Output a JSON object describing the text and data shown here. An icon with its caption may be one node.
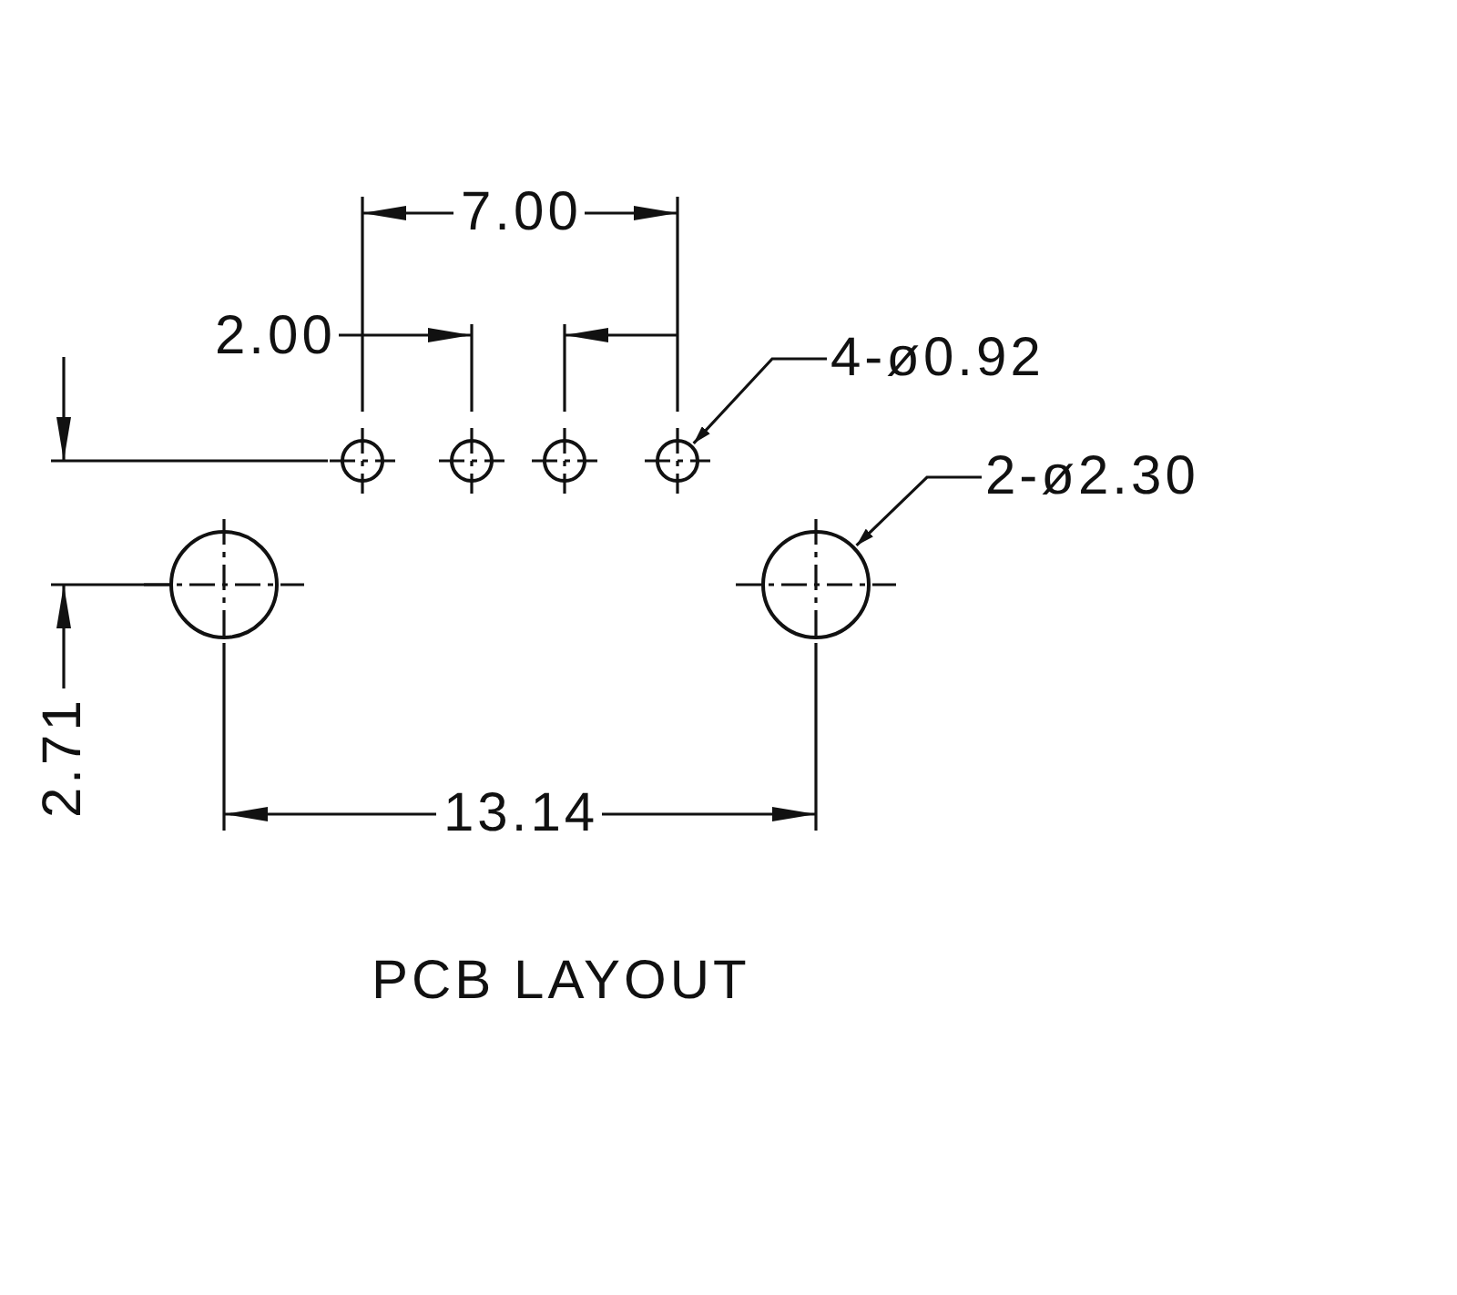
{
  "diagram": {
    "caption": "PCB LAYOUT",
    "nodes": [
      {
        "text": [],
        "shape": "circle"
      },
      {
        "text": [],
        "shape": "circle"
      },
      {
        "text": [],
        "shape": "circle"
      },
      {
        "text": [],
        "shape": "circle"
      },
      {
        "text": [],
        "shape": "circle"
      },
      {
        "text": [],
        "shape": "circle"
      },
      {
        "text": [
          "4-ø0.92"
        ]
      },
      {
        "text": [
          "2-ø2.30"
        ]
      }
    ],
    "edges": [
      {
        "from": 6,
        "to": 3,
        "arrow": "to"
      },
      {
        "from": 7,
        "to": 5,
        "arrow": "to"
      }
    ],
    "labels": [
      "7.00",
      "2.00",
      "2.71",
      "13.14"
    ]
  }
}
